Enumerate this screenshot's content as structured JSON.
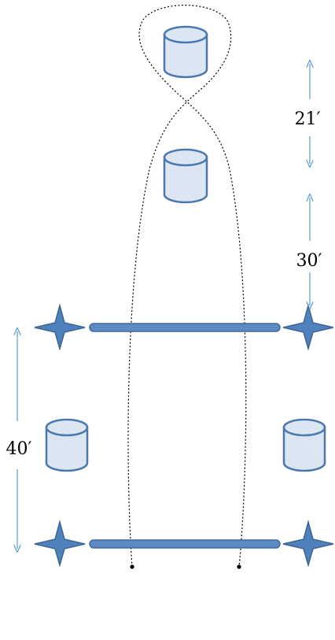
{
  "dimensions": [
    {
      "id": "dim-21",
      "label": "21′"
    },
    {
      "id": "dim-30",
      "label": "30′"
    },
    {
      "id": "dim-40",
      "label": "40′"
    }
  ],
  "colors": {
    "cylinder_fill": "#dce6f2",
    "cylinder_stroke": "#4a78ad",
    "bar_fill": "#5b8ac4",
    "bar_stroke": "#3f6a9c",
    "star_fill": "#4f81bd",
    "star_stroke": "#3c6594",
    "arrow": "#5b9bd5",
    "path": "#000000"
  }
}
